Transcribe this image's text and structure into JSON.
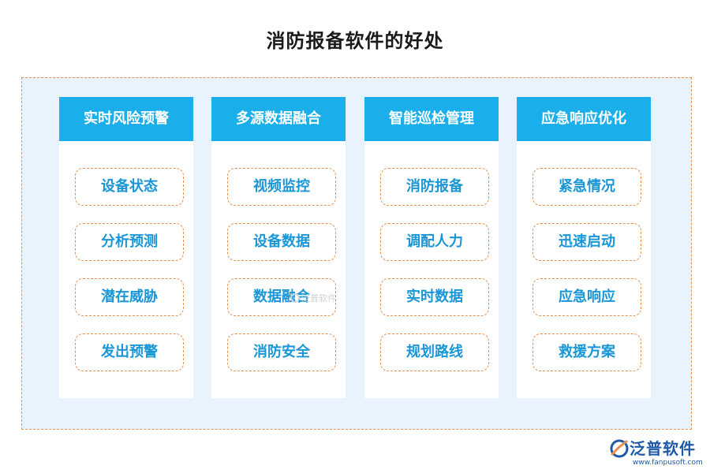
{
  "title": "消防报备软件的好处",
  "columns": [
    {
      "header": "实时风险预警",
      "items": [
        "设备状态",
        "分析预测",
        "潜在威胁",
        "发出预警"
      ]
    },
    {
      "header": "多源数据融合",
      "items": [
        "视频监控",
        "设备数据",
        "数据融合",
        "消防安全"
      ]
    },
    {
      "header": "智能巡检管理",
      "items": [
        "消防报备",
        "调配人力",
        "实时数据",
        "规划路线"
      ]
    },
    {
      "header": "应急响应优化",
      "items": [
        "紧急情况",
        "迅速启动",
        "应急响应",
        "救援方案"
      ]
    }
  ],
  "watermark": "泛普软件",
  "logo": {
    "name": "泛普软件",
    "url": "www.fanpusoft.com",
    "icon": "fanpu-logo-icon"
  },
  "colors": {
    "header_bg": "#1aaeea",
    "item_text": "#1a96d6",
    "dashed_border": "#e8904e",
    "frame_bg": "#e9f3fd",
    "logo": "#1e5aa8"
  }
}
